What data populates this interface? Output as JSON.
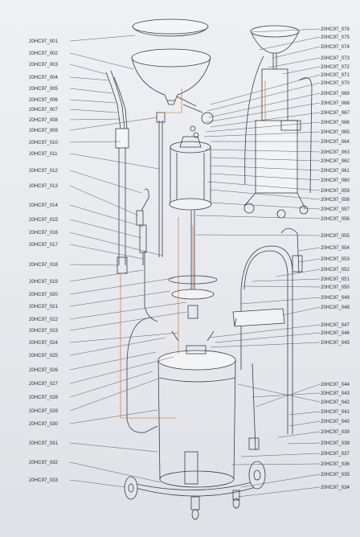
{
  "labels_left": [
    "20HC97_001",
    "20HC97_002",
    "20HC97_003",
    "20HC97_004",
    "20HC97_005",
    "20HC97_006",
    "20HC97_007",
    "20HC97_008",
    "20HC97_009",
    "20HC97_010",
    "20HC97_011",
    "20HC97_012",
    "20HC97_013",
    "20HC97_014",
    "20HC97_015",
    "20HC97_016",
    "20HC97_017",
    "20HC97_018",
    "20HC97_019",
    "20HC97_020",
    "20HC97_021",
    "20HC97_022",
    "20HC97_023",
    "20HC97_024",
    "20HC97_025",
    "20HC97_026",
    "20HC97_027",
    "20HC97_028",
    "20HC97_029",
    "20HC97_030",
    "20HC97_031",
    "20HC97_032",
    "20HC97_033"
  ],
  "labels_right": [
    "20HC97_076",
    "20HC97_075",
    "20HC97_074",
    "20HC97_073",
    "20HC97_072",
    "20HC97_071",
    "20HC97_070",
    "20HC97_069",
    "20HC97_068",
    "20HC97_067",
    "20HC97_066",
    "20HC97_065",
    "20HC97_064",
    "20HC97_063",
    "20HC97_062",
    "20HC97_061",
    "20HC97_060",
    "20HC97_059",
    "20HC97_058",
    "20HC97_057",
    "20HC97_056",
    "20HC97_055",
    "20HC97_054",
    "20HC97_053",
    "20HC97_052",
    "20HC97_051",
    "20HC97_050",
    "20HC97_049",
    "20HC97_048",
    "20HC97_047",
    "20HC97_046",
    "20HC97_045",
    "20HC97_044",
    "20HC97_043",
    "20HC97_042",
    "20HC97_041",
    "20HC97_040",
    "20HC97_039",
    "20HC97_038",
    "20HC97_037",
    "20HC97_036",
    "20HC97_035",
    "20HC97_034"
  ],
  "colors": {
    "line": "#3a3c4a",
    "leader": "#5a5c68",
    "accent": "#c9651f",
    "paper": "#e9eaee"
  }
}
